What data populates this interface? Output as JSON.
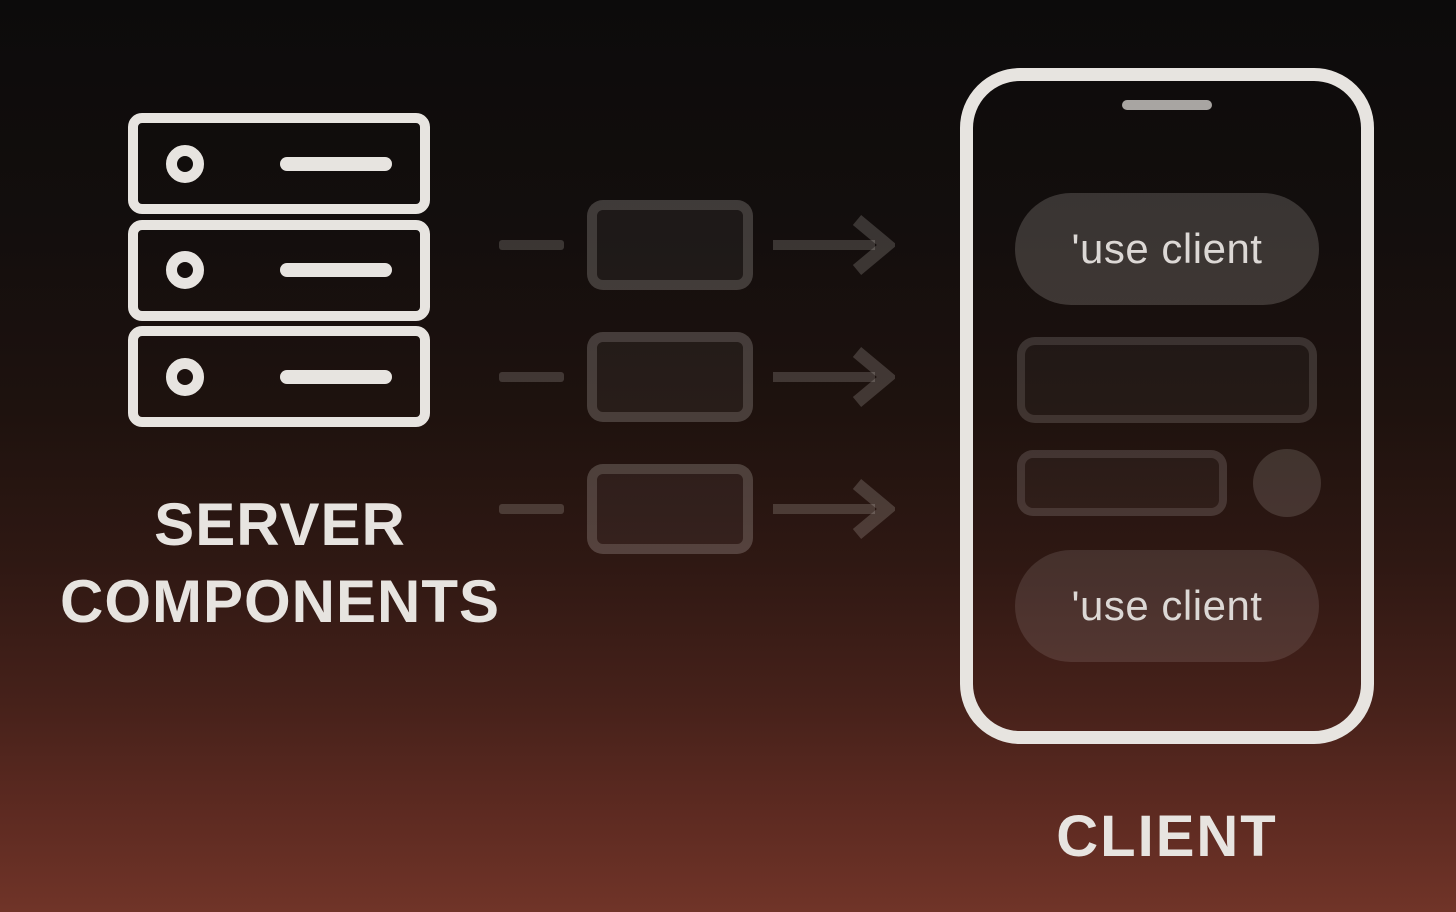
{
  "diagram": {
    "title": "React Server Components flow diagram",
    "server": {
      "icon": "server-rack-icon",
      "units": 3,
      "label_line1": "SERVER",
      "label_line2": "COMPONENTS"
    },
    "flow": {
      "rows": 3,
      "description": "dash, component box, right arrow per row",
      "arrow_icon": "right-arrow-icon"
    },
    "client": {
      "icon": "smartphone-icon",
      "label": "CLIENT",
      "badges": [
        {
          "label": "'use client"
        },
        {
          "label": "'use client"
        }
      ],
      "placeholders": [
        "wide-rectangle",
        "small-rectangle",
        "circle"
      ]
    },
    "colors": {
      "background_top": "#0c0b0b",
      "background_bottom": "#703428",
      "stroke_light": "#e7e4e0",
      "speaker_gray": "#a8a5a2",
      "badge_text": "#dcd8d5"
    }
  }
}
